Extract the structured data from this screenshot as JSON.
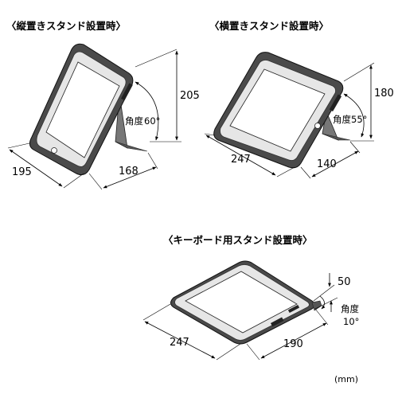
{
  "diagram": {
    "portrait": {
      "heading": "〈縦置きスタンド設置時〉",
      "dim_width": "195",
      "dim_depth": "168",
      "dim_height": "205",
      "angle_label": "角度",
      "angle_value": "60°"
    },
    "landscape": {
      "heading": "〈横置きスタンド設置時〉",
      "dim_width": "247",
      "dim_depth": "140",
      "dim_height": "180",
      "angle_label": "角度",
      "angle_value": "55°"
    },
    "keyboard": {
      "heading": "〈キーボード用スタンド設置時〉",
      "dim_width": "247",
      "dim_depth": "190",
      "dim_height": "50",
      "angle_label": "角度",
      "angle_value": "10°"
    },
    "unit": "(mm)"
  }
}
